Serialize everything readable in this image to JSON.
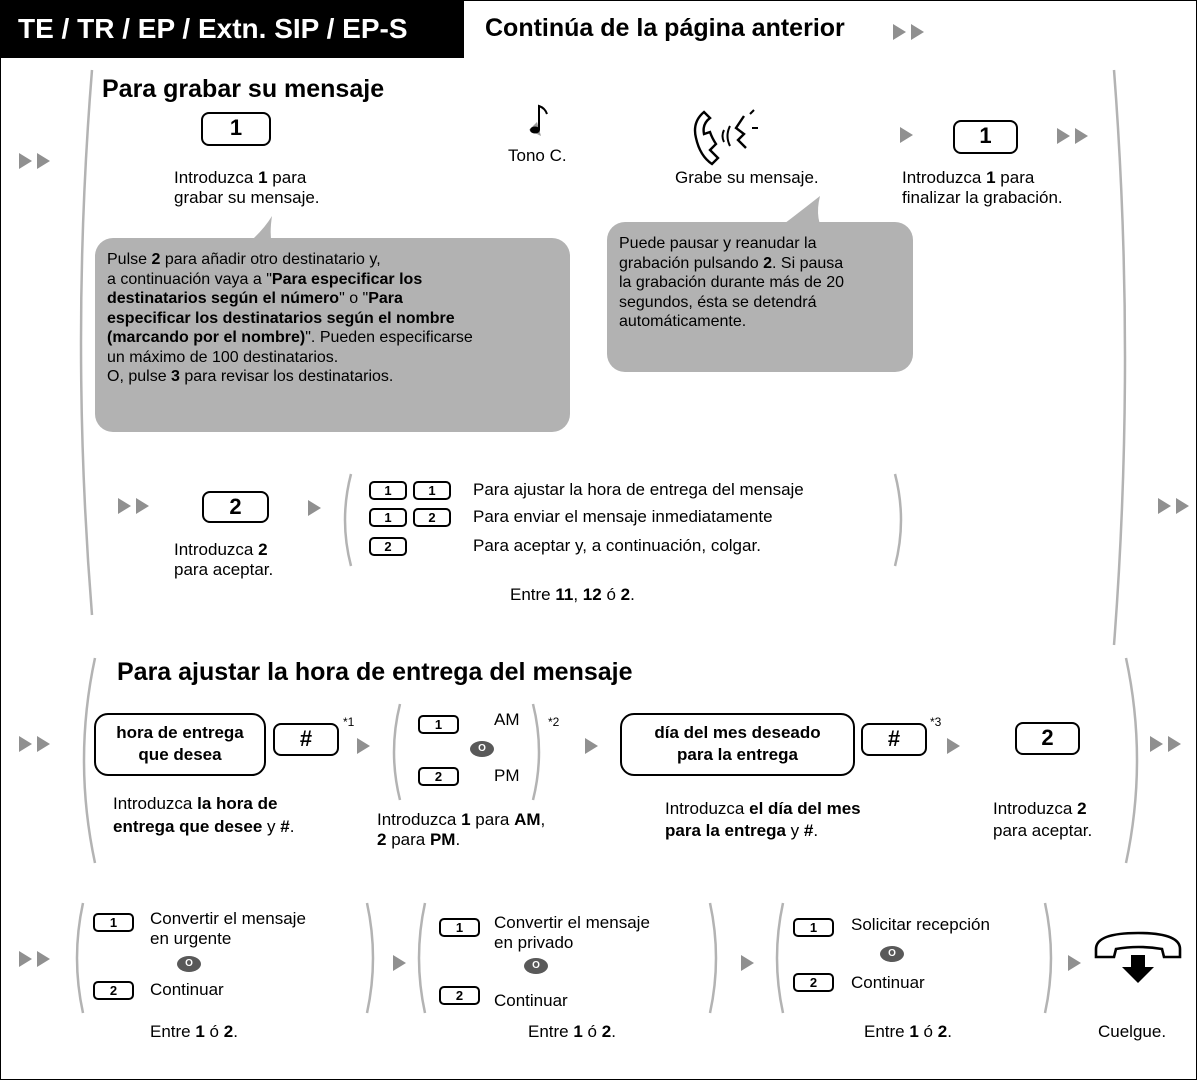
{
  "header": {
    "tab_label": "TE / TR / EP / Extn. SIP / EP-S",
    "continuation": "Continúa de la página anterior"
  },
  "colors": {
    "bubble": "#b2b2b2",
    "arrow": "#909090",
    "header_bg": "#000000",
    "or_badge": "#595959"
  },
  "icons": [
    "double-arrow-icon",
    "single-arrow-icon",
    "music-note-icon",
    "handset-speaking-icon",
    "hang-up-icon",
    "or-icon"
  ],
  "record": {
    "title": "Para grabar su mensaje",
    "key1": "1",
    "step1_pre": "Introduzca ",
    "step1_bold": "1",
    "step1_mid": " para",
    "step1_line2": "grabar su mensaje.",
    "tone_label": "Tono C.",
    "record_label": "Grabe su mensaje.",
    "key_finish": "1",
    "finish_pre": "Introduzca ",
    "finish_bold": "1",
    "finish_mid": " para",
    "finish_line2": "finalizar la grabación.",
    "bubble_left": {
      "l1_a": "Pulse ",
      "l1_b": "2",
      "l1_c": " para añadir otro destinatario y,",
      "l2_a": "a continuación vaya a \"",
      "l2_b": "Para especificar los",
      "l3": "destinatarios según el número",
      "l3_c": "\" o \"",
      "l3_d": "Para",
      "l4": "especificar los destinatarios según el nombre",
      "l5": "(marcando por el nombre)",
      "l5_c": "\". Pueden especificarse",
      "l6": "un máximo de 100 destinatarios.",
      "l7_a": "O, pulse ",
      "l7_b": "3",
      "l7_c": " para revisar los destinatarios."
    },
    "bubble_right": {
      "l1": "Puede pausar y reanudar la",
      "l2_a": "grabación pulsando ",
      "l2_b": "2",
      "l2_c": ". Si pausa",
      "l3": "la grabación durante más de 20",
      "l4": "segundos, ésta se detendrá",
      "l5": "automáticamente."
    },
    "accept_key": "2",
    "accept_pre": "Introduzca ",
    "accept_bold": "2",
    "accept_line2": "para aceptar.",
    "options": [
      {
        "keys": [
          "1",
          "1"
        ],
        "label": "Para ajustar la hora de entrega del mensaje"
      },
      {
        "keys": [
          "1",
          "2"
        ],
        "label": "Para enviar el mensaje inmediatamente"
      },
      {
        "keys": [
          "2"
        ],
        "label": "Para aceptar y, a continuación, colgar."
      }
    ],
    "enter_a": "Entre ",
    "enter_b": "11",
    "enter_c": ", ",
    "enter_d": "12",
    "enter_e": " ó ",
    "enter_f": "2",
    "enter_g": "."
  },
  "delivery": {
    "title": "Para ajustar la hora de entrega del mensaje",
    "time_box_l1": "hora de entrega",
    "time_box_l2": "que desea",
    "hash": "#",
    "note1": "*1",
    "am_key": "1",
    "am_label": "AM",
    "or": "O",
    "pm_key": "2",
    "pm_label": "PM",
    "note2": "*2",
    "day_box_l1": "día del mes deseado",
    "day_box_l2": "para la entrega",
    "note3": "*3",
    "accept_key": "2",
    "cap1_a": "Introduzca ",
    "cap1_b": "la hora de",
    "cap1_l2_a": "entrega que desee",
    "cap1_l2_b": " y ",
    "cap1_l2_c": "#",
    "cap1_l2_d": ".",
    "cap2_a": "Introduzca ",
    "cap2_b": "1",
    "cap2_c": " para ",
    "cap2_d": "AM",
    "cap2_e": ",",
    "cap2_l2_a": "2",
    "cap2_l2_b": " para ",
    "cap2_l2_c": "PM",
    "cap2_l2_d": ".",
    "cap3_a": "Introduzca ",
    "cap3_b": "el día del mes",
    "cap3_l2_a": "para la entrega",
    "cap3_l2_b": " y ",
    "cap3_l2_c": "#",
    "cap3_l2_d": ".",
    "cap4_a": "Introduzca ",
    "cap4_b": "2",
    "cap4_l2": "para aceptar."
  },
  "final": {
    "groups": [
      {
        "k1": "1",
        "opt1_l1": "Convertir el mensaje",
        "opt1_l2": "en urgente",
        "k2": "2",
        "opt2": "Continuar"
      },
      {
        "k1": "1",
        "opt1_l1": "Convertir el mensaje",
        "opt1_l2": "en privado",
        "k2": "2",
        "opt2": "Continuar"
      },
      {
        "k1": "1",
        "opt1_l1": "Solicitar recepción",
        "k2": "2",
        "opt2": "Continuar"
      }
    ],
    "or": "O",
    "enter_a": "Entre ",
    "enter_b": "1",
    "enter_c": " ó ",
    "enter_d": "2",
    "enter_e": ".",
    "hangup": "Cuelgue."
  }
}
